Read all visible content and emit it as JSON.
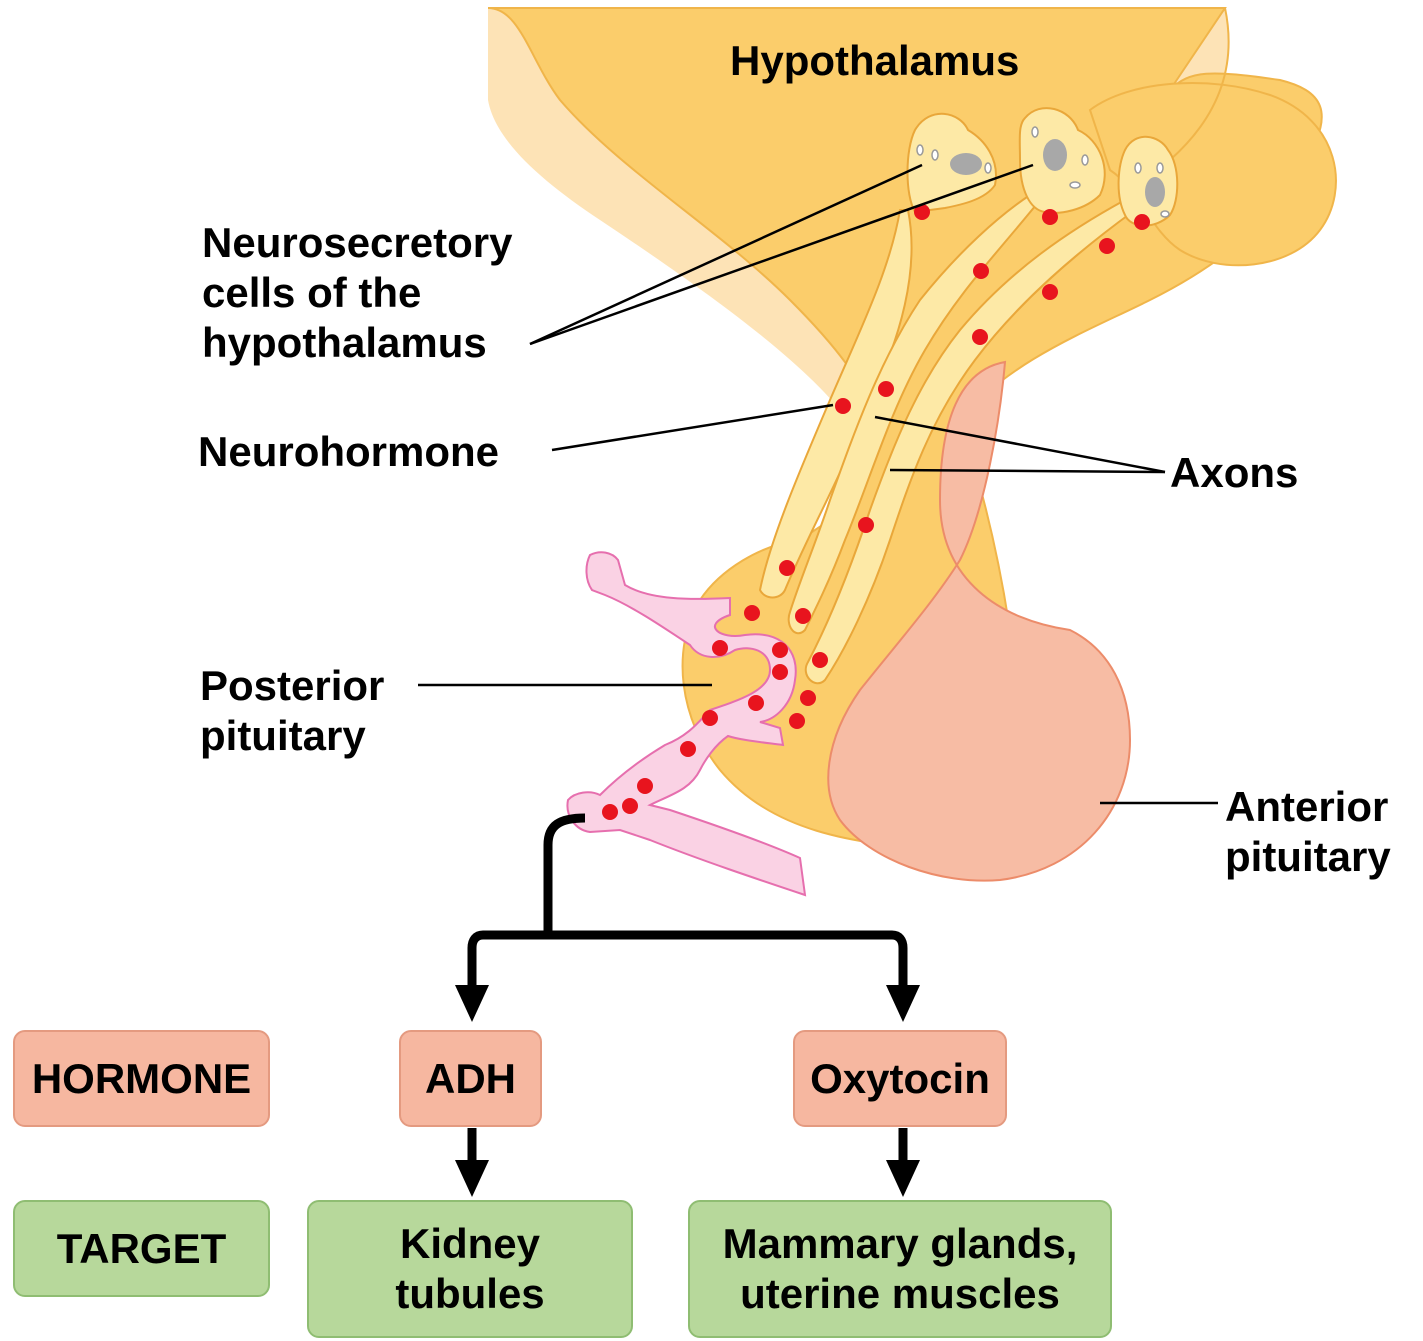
{
  "labels": {
    "hypothalamus": "Hypothalamus",
    "neurosecretory": "Neurosecretory\ncells of the\nhypothalamus",
    "neurohormone": "Neurohormone",
    "axons": "Axons",
    "posterior": "Posterior\npituitary",
    "anterior": "Anterior\npituitary"
  },
  "legend": {
    "hormone": "HORMONE",
    "target": "TARGET"
  },
  "pathway": {
    "left": {
      "hormone": "ADH",
      "target": "Kidney\ntubules"
    },
    "right": {
      "hormone": "Oxytocin",
      "target": "Mammary glands,\nuterine muscles"
    }
  },
  "colors": {
    "hypothalamus_fill": "#fde3b6",
    "tissue_fill": "#fbcd6b",
    "axon_fill": "#fde9a6",
    "anterior_fill": "#f7bca4",
    "vessel_fill": "#fad2e4",
    "vessel_stroke": "#e66fae",
    "hormone_dot": "#e8141e",
    "hormone_box": "#f6b7a0",
    "target_box": "#b7d89b"
  }
}
